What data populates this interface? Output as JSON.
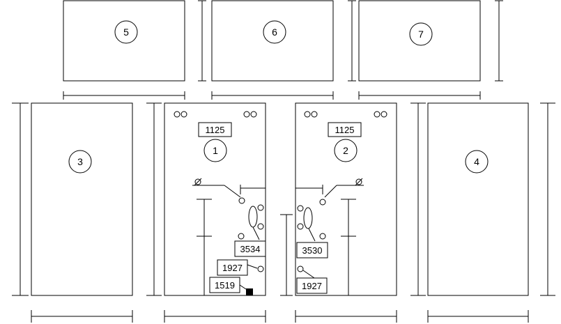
{
  "panels": {
    "p1": "1",
    "p2": "2",
    "p3": "3",
    "p4": "4",
    "p5": "5",
    "p6": "6",
    "p7": "7"
  },
  "labels": {
    "top_left": "1125",
    "top_right": "1125",
    "left_big": "3534",
    "right_big": "3530",
    "left_mid": "1927",
    "right_low": "1927",
    "left_low": "1519"
  }
}
